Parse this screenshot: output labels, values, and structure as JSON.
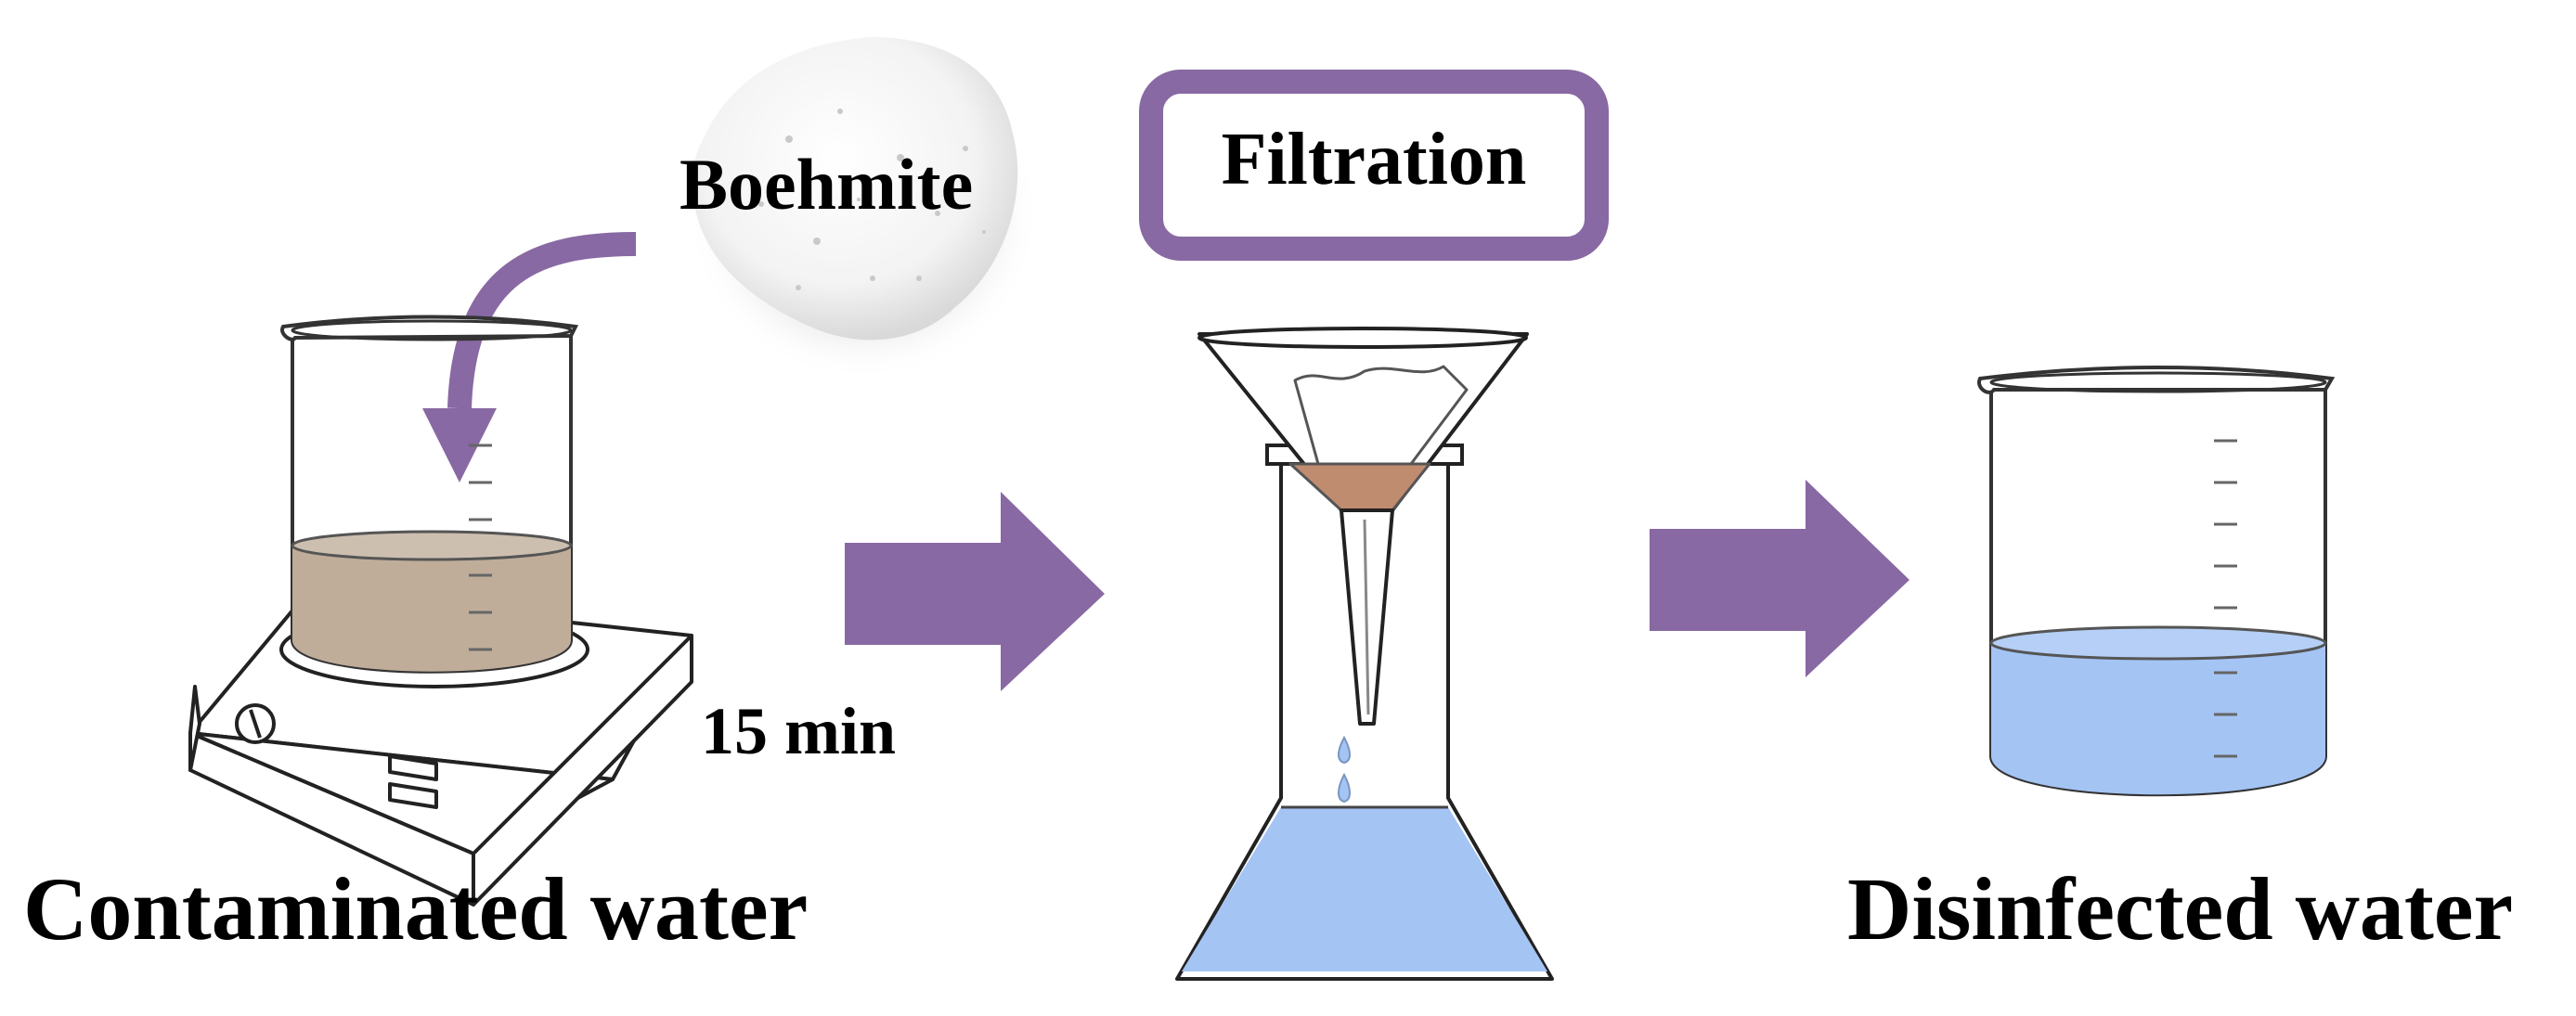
{
  "labels": {
    "reagent": "Boehmite",
    "step": "Filtration",
    "time": "15 min",
    "input": "Contaminated water",
    "output": "Disinfected water"
  },
  "colors": {
    "accent": "#8869a3",
    "contaminated_water": "#bfad9a",
    "clean_water": "#a4c4f4",
    "filter_cake": "#c08c70",
    "outline": "#222222"
  },
  "icons": [
    "powder-icon",
    "beaker-icon",
    "hot-plate-icon",
    "funnel-icon",
    "erlenmeyer-flask-icon",
    "arrow-icon"
  ]
}
